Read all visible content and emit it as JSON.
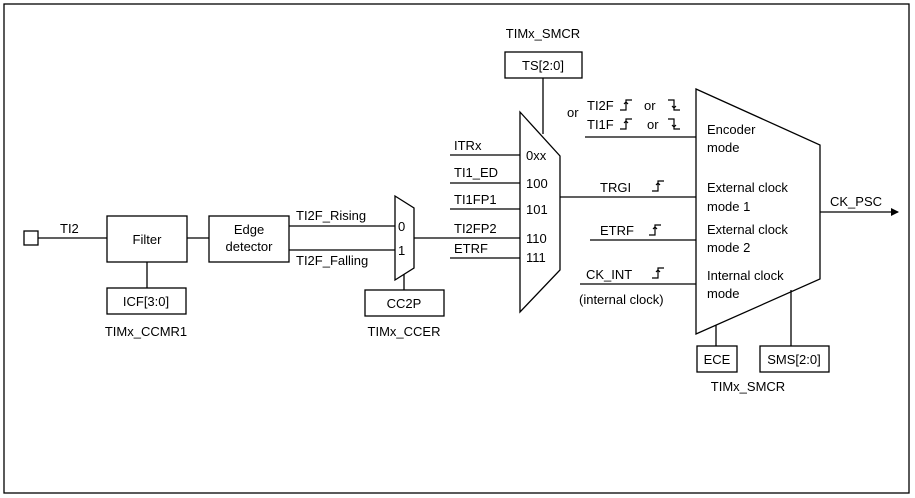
{
  "input": {
    "label": "TI2"
  },
  "filter": {
    "label": "Filter",
    "reg_field": "ICF[3:0]",
    "register": "TIMx_CCMR1"
  },
  "edge_detector": {
    "line1": "Edge",
    "line2": "detector"
  },
  "edge_outputs": {
    "rising": "TI2F_Rising",
    "falling": "TI2F_Falling"
  },
  "polarity_mux": {
    "input0": "0",
    "input1": "1",
    "select": "CC2P",
    "register": "TIMx_CCER"
  },
  "trigger_mux": {
    "register": "TIMx_SMCR",
    "select": "TS[2:0]",
    "inputs": [
      {
        "signal": "ITRx",
        "code": "0xx"
      },
      {
        "signal": "TI1_ED",
        "code": "100"
      },
      {
        "signal": "TI1FP1",
        "code": "101"
      },
      {
        "signal": "TI2FP2",
        "code": "110"
      },
      {
        "signal": "ETRF",
        "code": "111"
      }
    ]
  },
  "slave_mode": {
    "encoder_inputs": {
      "line1_prefix": "or",
      "line1_signal": "TI2F",
      "line1_or": "or",
      "line2_signal": "TI1F",
      "line2_or": "or"
    },
    "trgi": "TRGI",
    "etrf": "ETRF",
    "ck_int": "CK_INT",
    "ck_int_note": "(internal clock)",
    "modes": [
      {
        "line1": "Encoder",
        "line2": "mode"
      },
      {
        "line1": "External clock",
        "line2": "mode 1"
      },
      {
        "line1": "External clock",
        "line2": "mode 2"
      },
      {
        "line1": "Internal clock",
        "line2": "mode"
      }
    ],
    "ece": "ECE",
    "sms": "SMS[2:0]",
    "register": "TIMx_SMCR"
  },
  "output": {
    "label": "CK_PSC"
  }
}
